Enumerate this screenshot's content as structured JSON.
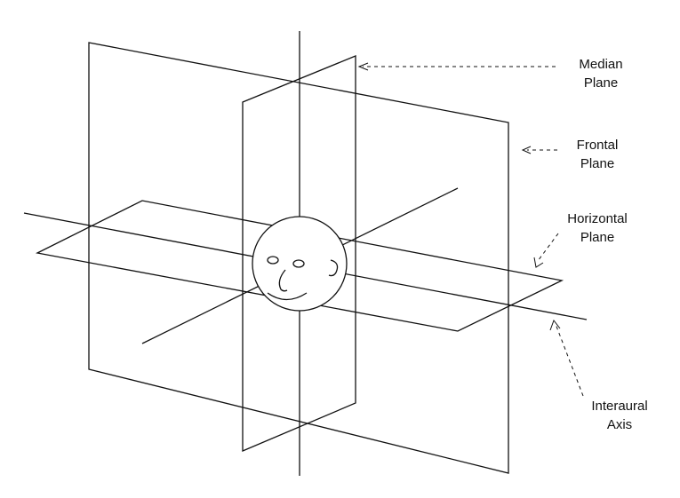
{
  "labels": {
    "median": [
      "Median",
      "Plane"
    ],
    "frontal": [
      "Frontal",
      "Plane"
    ],
    "horizontal": [
      "Horizontal",
      "Plane"
    ],
    "interaural": [
      "Interaural",
      "Axis"
    ]
  },
  "colors": {
    "line": "#111111",
    "background": "#ffffff"
  }
}
